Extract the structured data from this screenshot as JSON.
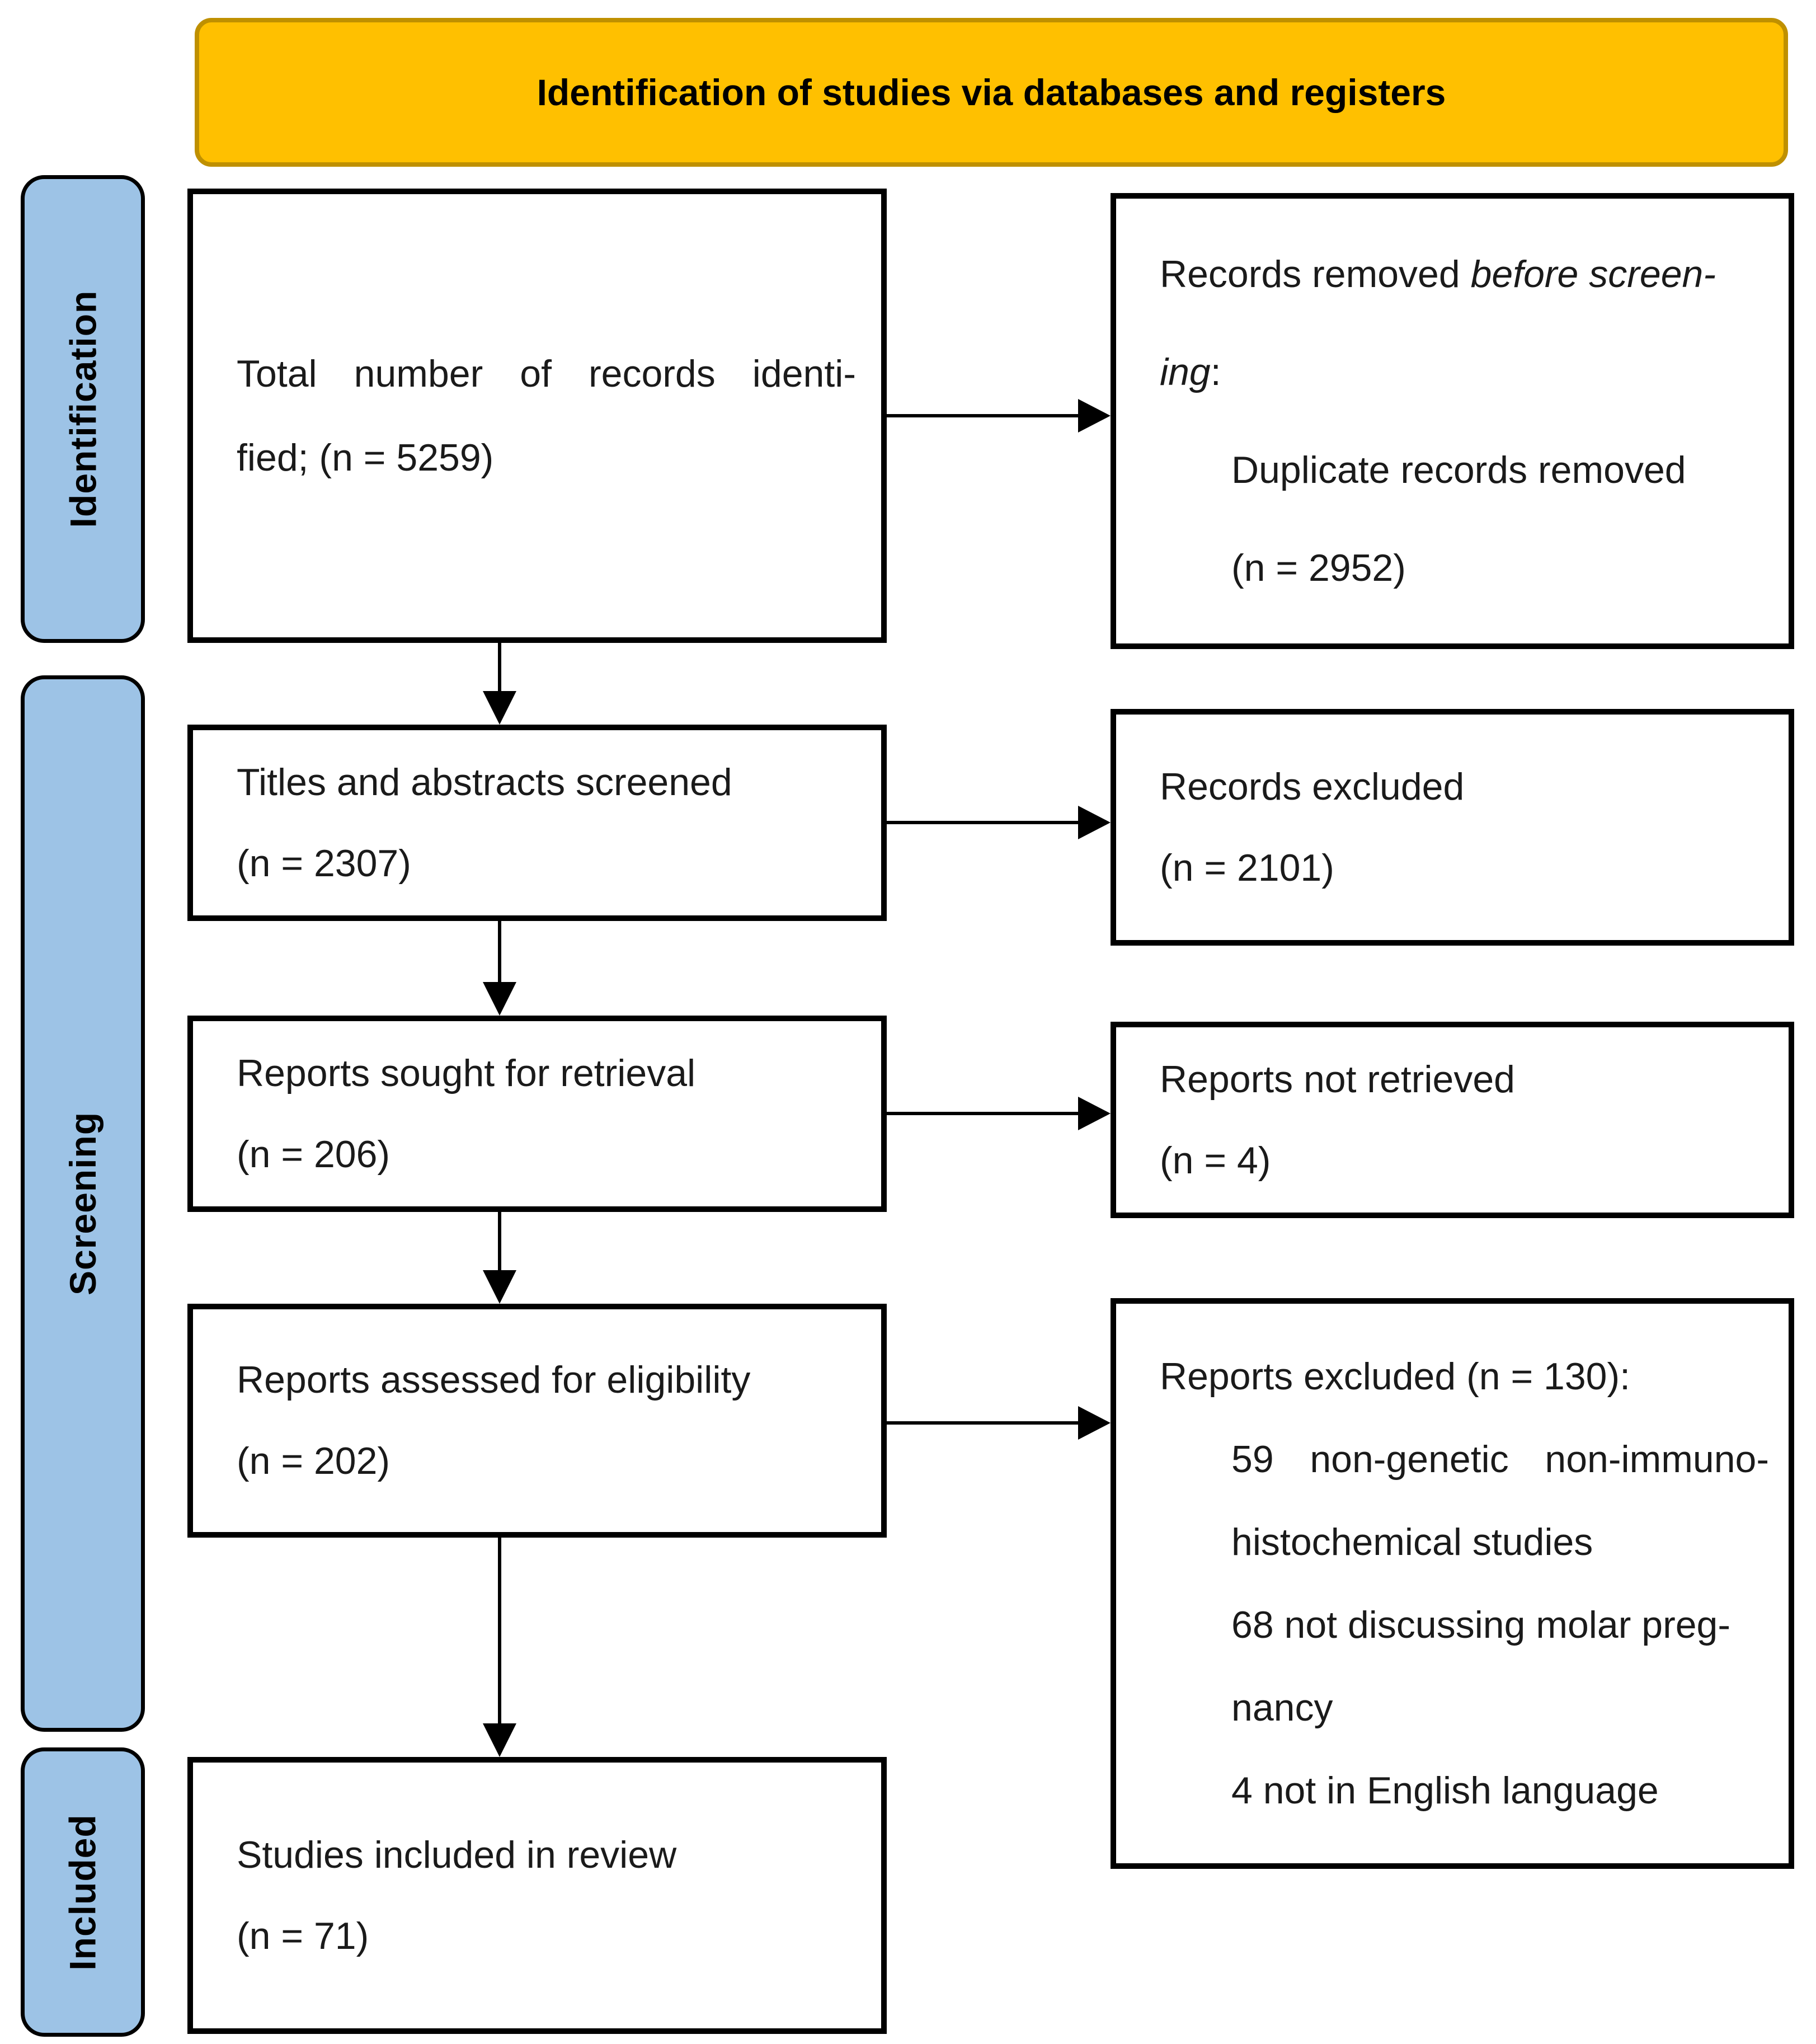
{
  "banner": {
    "title": "Identification of studies via databases and registers"
  },
  "sidebar": {
    "identification": "Identification",
    "screening": "Screening",
    "included": "Included"
  },
  "colors": {
    "banner_fill": "#FFC000",
    "banner_border": "#BF9000",
    "sidebar_fill": "#9DC3E6",
    "box_border": "#000000",
    "arrow": "#000000",
    "text": "#1A1A1A"
  },
  "boxes": {
    "identified": {
      "line1": "Total number of records identi-",
      "line2": "fied; (n = 5259)"
    },
    "removed_before_screening": {
      "line1_regular": "Records removed ",
      "line1_italic": "before screen-",
      "line2_italic": "ing",
      "line2_regular": ":",
      "item_line1": "Duplicate records removed",
      "item_line2": "(n = 2952)"
    },
    "screened": {
      "line1": "Titles and abstracts screened",
      "line2": "(n = 2307)"
    },
    "records_excluded": {
      "line1": "Records excluded",
      "line2": "(n = 2101)"
    },
    "sought": {
      "line1": "Reports sought for retrieval",
      "line2": "(n = 206)"
    },
    "not_retrieved": {
      "line1": "Reports not retrieved",
      "line2": "(n = 4)"
    },
    "assessed": {
      "line1": "Reports assessed for eligibility",
      "line2": "(n = 202)"
    },
    "reports_excluded": {
      "header": "Reports excluded (n = 130):",
      "item1_line1": "59 non-genetic non-immuno-",
      "item1_line2": "histochemical studies",
      "item2_line1": "68 not discussing molar preg-",
      "item2_line2": "nancy",
      "item3": "4 not in English language"
    },
    "included": {
      "line1": "Studies included in review",
      "line2": "(n = 71)"
    }
  }
}
